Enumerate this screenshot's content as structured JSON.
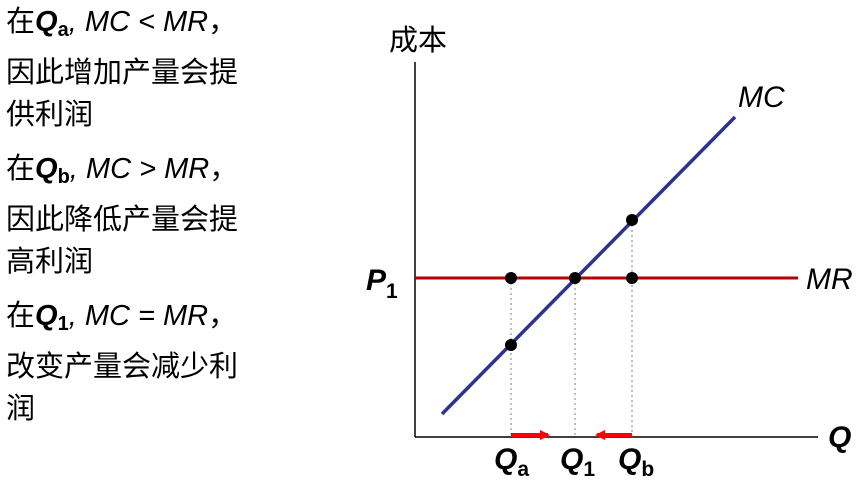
{
  "explanations": [
    {
      "prefix": "在",
      "q_main": "Q",
      "q_sub": "a",
      "sep": ", ",
      "mc": "MC",
      "op": " < ",
      "mr": "MR",
      "suffix_comma": "，",
      "line2": "因此增加产量会提",
      "line3": "供利润"
    },
    {
      "prefix": "在",
      "q_main": "Q",
      "q_sub": "b",
      "sep": ", ",
      "mc": "MC",
      "op": " > ",
      "mr": "MR",
      "suffix_comma": "，",
      "line2": "因此降低产量会提",
      "line3": "高利润"
    },
    {
      "prefix": "在",
      "q_main": "Q",
      "q_sub": "1",
      "sep": ", ",
      "mc": "MC",
      "op": " = ",
      "mr": "MR",
      "suffix_comma": "，",
      "line2": "改变产量会减少利",
      "line3": "润"
    }
  ],
  "diagram": {
    "y_axis_label": "成本",
    "x_axis_label": "Q",
    "mc_label": "MC",
    "mr_label": "MR",
    "p1_main": "P",
    "p1_sub": "1",
    "qa_main": "Q",
    "qa_sub": "a",
    "q1_main": "Q",
    "q1_sub": "1",
    "qb_main": "Q",
    "qb_sub": "b",
    "colors": {
      "mc_line": "#2E3192",
      "mr_line": "#B40000",
      "arrow": "#FF0000",
      "axis": "#000000",
      "guide": "#808080",
      "dot": "#000000"
    }
  }
}
